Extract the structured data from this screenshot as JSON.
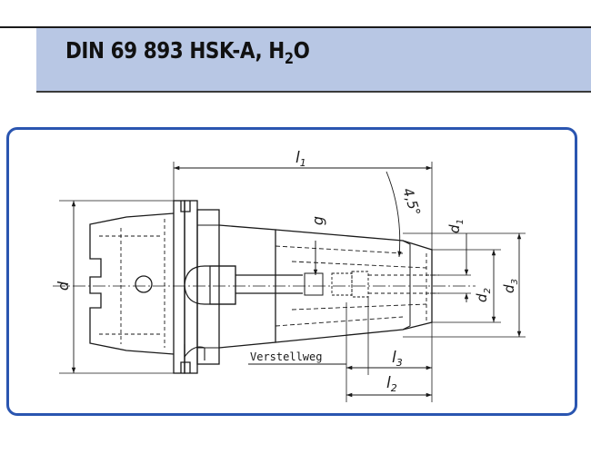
{
  "header": {
    "title_main": "DIN 69 893 HSK-A,  H",
    "title_sub": "2",
    "title_end": "O"
  },
  "drawing": {
    "labels": {
      "l1": "l",
      "l1_sub": "1",
      "l2": "l",
      "l2_sub": "2",
      "l3": "l",
      "l3_sub": "3",
      "d": "d",
      "d1": "d",
      "d1_sub": "1",
      "d2": "d",
      "d2_sub": "2",
      "d3": "d",
      "d3_sub": "3",
      "g": "g",
      "angle": "4,5°",
      "verstellweg": "Verstellweg"
    },
    "colors": {
      "frame": "#2a55b0",
      "header": "#b8c7e4",
      "ink": "#1a1a1a"
    }
  }
}
